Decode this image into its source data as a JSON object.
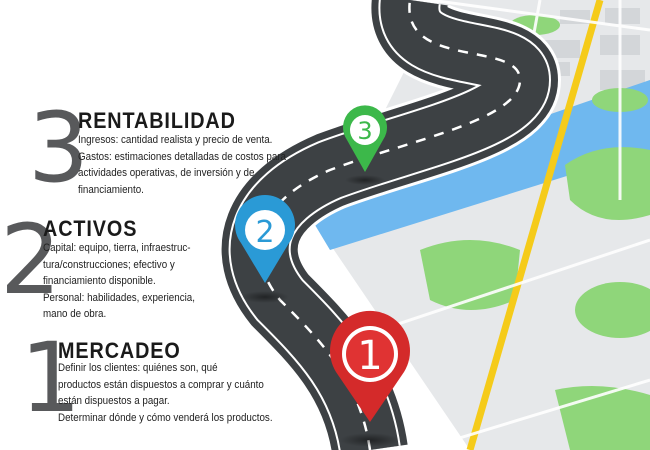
{
  "steps": [
    {
      "number": "3",
      "title": "RENTABILIDAD",
      "lines": [
        "Ingresos: cantidad realista y precio de venta.",
        "Gastos: estimaciones detalladas de costos para",
        "actividades operativas, de inversión y de",
        "financiamiento."
      ],
      "pin_color": "#3cb84a"
    },
    {
      "number": "2",
      "title": "ACTIVOS",
      "lines": [
        "Capital: equipo, tierra, infraestruc-",
        "tura/construcciones; efectivo y",
        "financiamiento disponible.",
        "Personal: habilidades, experiencia,",
        "mano de obra."
      ],
      "pin_color": "#2a9ad6"
    },
    {
      "number": "1",
      "title": "MERCADEO",
      "lines": [
        "Definir los clientes: quiénes son, qué",
        "productos están dispuestos a comprar y cuánto",
        "están dispuestos a pagar.",
        "Determinar dónde y cómo venderá los productos."
      ],
      "pin_color": "#d42a2a"
    }
  ],
  "colors": {
    "road": "#3d4144",
    "map": "#e6e8ea",
    "park": "#8fd67a",
    "river": "#6fb8ef",
    "highway": "#f5cb1a"
  }
}
